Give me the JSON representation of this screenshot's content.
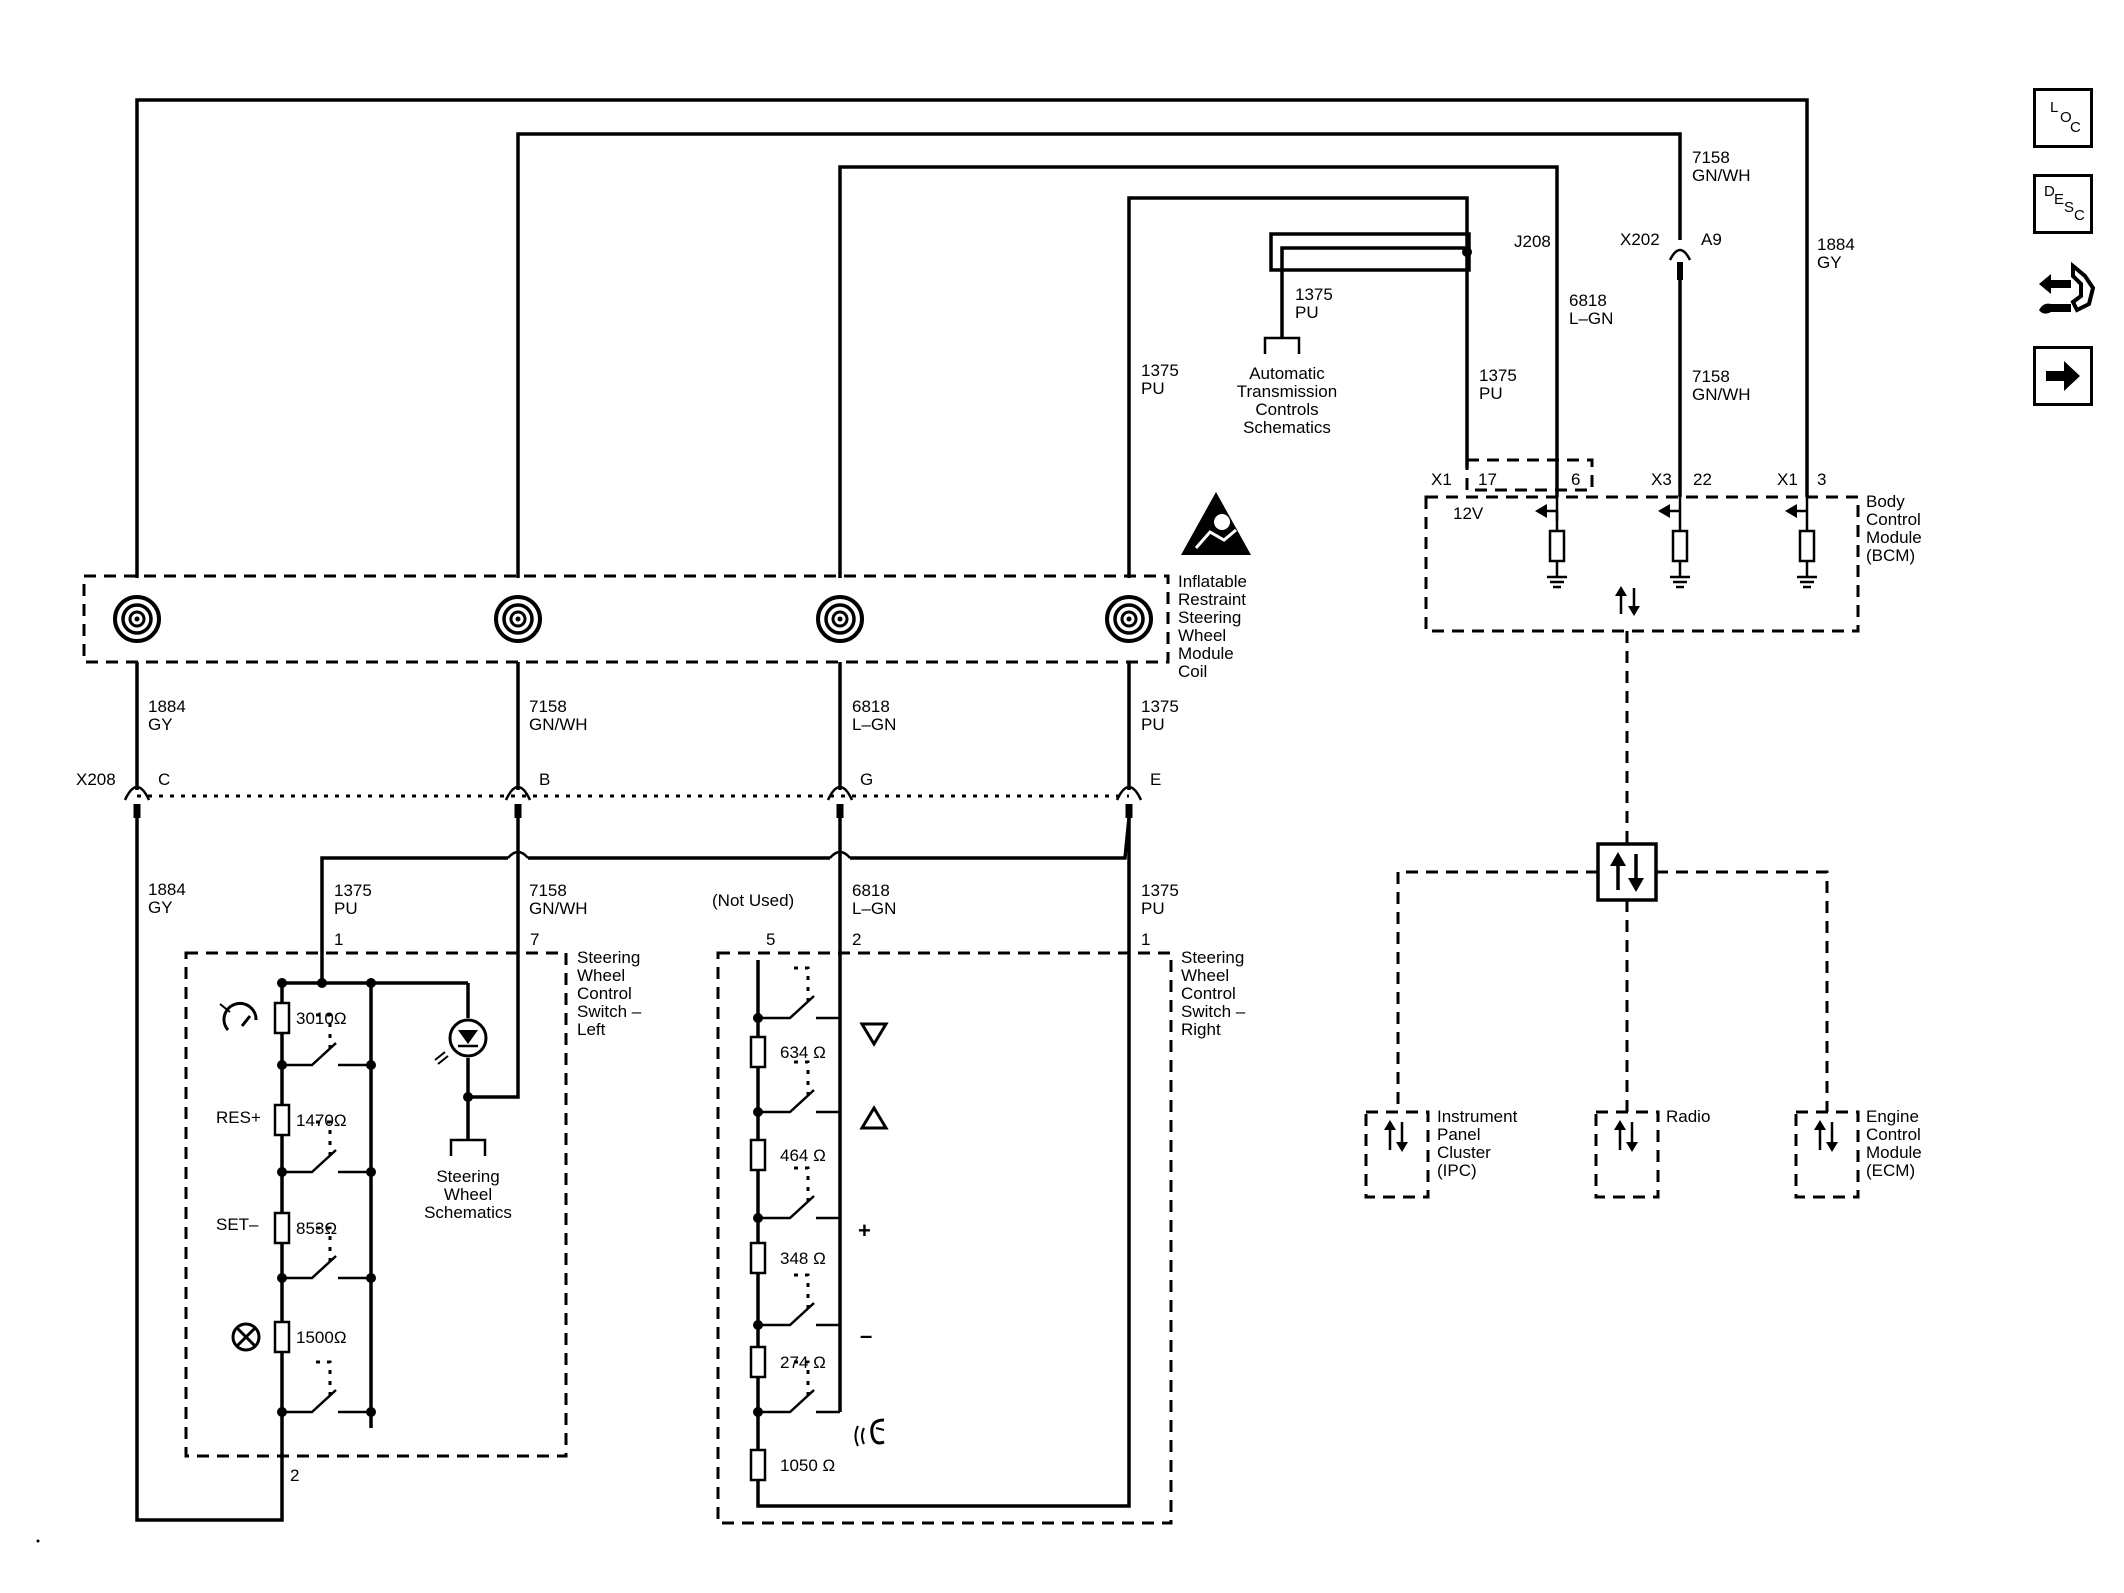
{
  "nav": {
    "loc": [
      "L",
      "O",
      "C"
    ],
    "desc": [
      "D",
      "E",
      "S",
      "C"
    ]
  },
  "wires": {
    "w1884": "1884",
    "gy": "GY",
    "w7158": "7158",
    "gnwh": "GN/WH",
    "w6818": "6818",
    "lgn": "L–GN",
    "w1375": "1375",
    "pu": "PU"
  },
  "connectors": {
    "x208": "X208",
    "pin_c": "C",
    "pin_b": "B",
    "pin_g": "G",
    "pin_e": "E",
    "j208": "J208",
    "x202": "X202",
    "a9": "A9",
    "bcm_x1a": "X1",
    "bcm_17": "17",
    "bcm_6": "6",
    "bcm_x3": "X3",
    "bcm_22": "22",
    "bcm_x1b": "X1",
    "bcm_3": "3",
    "v12": "12V"
  },
  "pins": {
    "left_1": "1",
    "left_7": "7",
    "left_2": "2",
    "right_5": "5",
    "right_2": "2",
    "right_1": "1",
    "not_used": "(Not Used)"
  },
  "components": {
    "coil": [
      "Inflatable",
      "Restraint",
      "Steering",
      "Wheel",
      "Module",
      "Coil"
    ],
    "sw_left": [
      "Steering",
      "Wheel",
      "Control",
      "Switch –",
      "Left"
    ],
    "sw_right": [
      "Steering",
      "Wheel",
      "Control",
      "Switch –",
      "Right"
    ],
    "bcm": [
      "Body",
      "Control",
      "Module",
      "(BCM)"
    ],
    "ipc": [
      "Instrument",
      "Panel",
      "Cluster",
      "(IPC)"
    ],
    "radio": [
      "Radio"
    ],
    "ecm": [
      "Engine",
      "Control",
      "Module",
      "(ECM)"
    ],
    "atc": [
      "Automatic",
      "Transmission",
      "Controls",
      "Schematics"
    ],
    "swsch": [
      "Steering",
      "Wheel",
      "Schematics"
    ]
  },
  "resistors_left": [
    {
      "value": "3010",
      "unit": "Ω"
    },
    {
      "value": "1470",
      "unit": "Ω"
    },
    {
      "value": "853",
      "unit": "Ω"
    },
    {
      "value": "1500",
      "unit": "Ω"
    }
  ],
  "resistors_right": [
    {
      "value": "634",
      "unit": "Ω"
    },
    {
      "value": "464",
      "unit": "Ω"
    },
    {
      "value": "348",
      "unit": "Ω"
    },
    {
      "value": "274",
      "unit": "Ω"
    },
    {
      "value": "1050",
      "unit": "Ω"
    }
  ],
  "switch_labels_left": [
    "RES+",
    "SET–"
  ],
  "switch_labels_right": [
    "+",
    "–"
  ],
  "icons": {
    "cruise": "speedometer-icon",
    "cancel": "cancel-circle-icon",
    "down": "triangle-down-icon",
    "up": "triangle-up-icon",
    "voice": "voice-recognition-icon",
    "esd": "airbag-warning-icon",
    "lamp": "led-lamp-icon",
    "serial": "serial-data-icon",
    "ground": "ground-icon",
    "tools": "tools-icon",
    "next": "arrow-right-icon"
  }
}
